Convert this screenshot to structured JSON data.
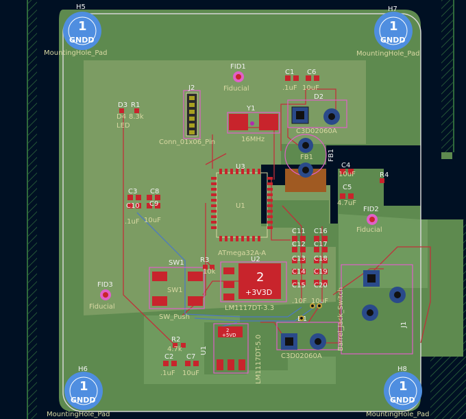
{
  "board": {
    "colors": {
      "background": "#001023",
      "copper_fill": "#5e8a4f",
      "copper_fill_light": "#6f9a5e",
      "inner_fill": "#7c9c63",
      "edge_cuts": "#d6d6d6",
      "silkscreen": "#d9d9a3",
      "pad_red": "#c8242c",
      "trace_red": "#c0303a",
      "trace_blue": "#4c78c4",
      "courtyard": "#e060c8",
      "mounting_pad": "#4f8ee0"
    },
    "mounting_holes": [
      {
        "ref": "H5",
        "num": "1",
        "net": "GNDD",
        "value": "MountingHole_Pad"
      },
      {
        "ref": "H7",
        "num": "1",
        "net": "GNDD",
        "value": "MountingHole_Pad"
      },
      {
        "ref": "H6",
        "num": "1",
        "net": "GNDD",
        "value": "MountingHole_Pad"
      },
      {
        "ref": "H8",
        "num": "1",
        "net": "GNDD",
        "value": "MountingHole_Pad"
      }
    ],
    "components": {
      "fid1_ref": "FID1",
      "fid1_val": "Fiducial",
      "fid2_ref": "FID2",
      "fid2_val": "Fiducial",
      "fid3_ref": "FID3",
      "fid3_val": "Fiducial",
      "c1_ref": "C1",
      "c1_val": ".1uF",
      "c6_ref": "C6",
      "c6_val": "10uF",
      "d2_ref": "D2",
      "d2_val": "C3D02060A",
      "d1_ref": "D1",
      "d1_val": "C3D02060A",
      "j2_ref": "J2",
      "j2_val": "Conn_01x06_Pin",
      "y1_ref": "Y1",
      "y1_val": "16MHz",
      "d3_ref": "D3",
      "r1_ref": "R1",
      "r1_val": "8.3k",
      "d3_val": "LED",
      "d3_alt": "D4",
      "u3_ref": "U3",
      "u3_val": "ATmega32A-A",
      "u3_center": "U1",
      "fb1_ref": "FB1",
      "fb1_pad": "FB1",
      "c4_ref": "C4",
      "c5_ref": "C5",
      "c5_val": "4.7uF",
      "c4_val": "10uF",
      "r4_ref": "R4",
      "c3_ref": "C3",
      "c8_ref": "C8",
      "c10_ref": "C10",
      "c9_ref": "C9",
      "c10_val": ".1uF",
      "c9_val": "10uF",
      "c11_ref": "C11",
      "c16_ref": "C16",
      "c12_ref": "C12",
      "c17_ref": "C17",
      "c13_ref": "C13",
      "c18_ref": "C18",
      "c14_ref": "C14",
      "c19_ref": "C19",
      "c15_ref": "C15",
      "c20_ref": "C20",
      "c15_val": ".10F",
      "c20_val": "10uF",
      "sw1_ref": "SW1",
      "sw1_val": "SW_Push",
      "sw1_center": "SW1",
      "r3_ref": "R3",
      "r3_val": "10k",
      "u2_ref": "U2",
      "u2_val": "LM1117DT-3.3",
      "u2_pad": "2",
      "u2_net": "+3V3D",
      "u1_ref": "U1",
      "u1_val": "LM1117DT-5.0",
      "u1_pad": "2",
      "u1_net": "+5VD",
      "r2_ref": "R2",
      "r2_val": "4.7k",
      "c2_ref": "C2",
      "c2_val": ".1uF",
      "c7_ref": "C7",
      "c7_val": "10uF",
      "j1_ref": "J1",
      "j1_val": "Barrel_Jack_Switch"
    }
  }
}
